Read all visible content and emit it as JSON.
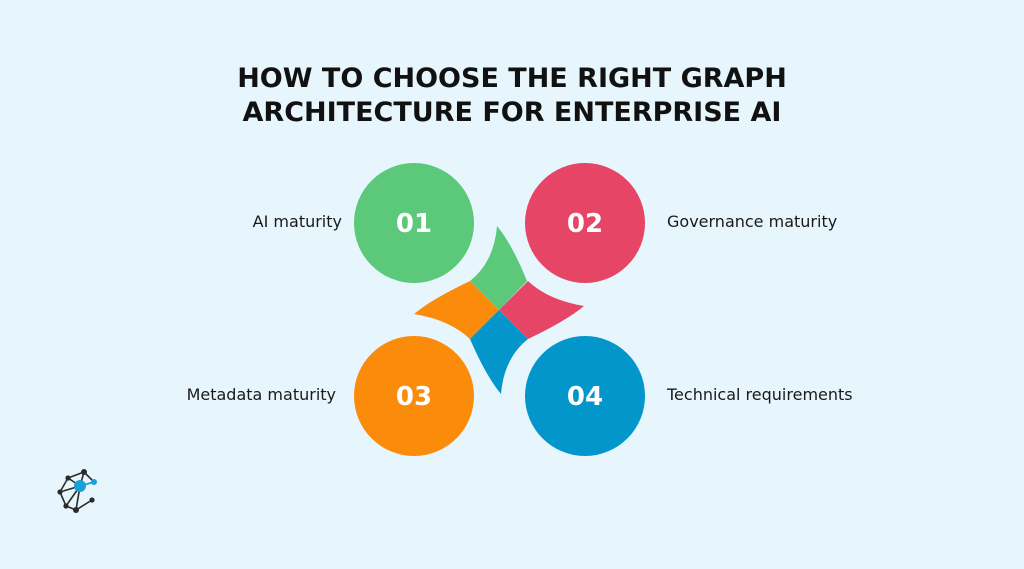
{
  "title": {
    "line1": "HOW TO CHOOSE THE RIGHT GRAPH",
    "line2": "ARCHITECTURE FOR ENTERPRISE AI"
  },
  "items": [
    {
      "number": "01",
      "label": "AI maturity",
      "color": "#5cc97a"
    },
    {
      "number": "02",
      "label": "Governance maturity",
      "color": "#e64565"
    },
    {
      "number": "03",
      "label": "Metadata maturity",
      "color": "#fb8b0a"
    },
    {
      "number": "04",
      "label": "Technical requirements",
      "color": "#0396cb"
    }
  ],
  "colors": {
    "background": "#e6f6fc",
    "logo_dark": "#2b2b2b",
    "logo_accent": "#1aa0d8"
  },
  "icons": {
    "logo": "network-graph-logo-icon"
  }
}
